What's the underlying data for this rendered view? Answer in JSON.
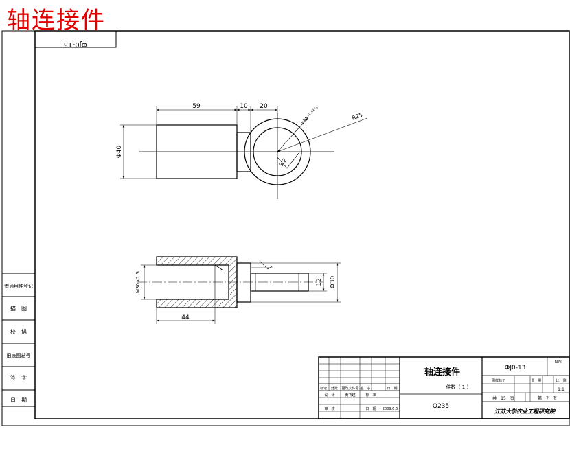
{
  "heading": "轴连接件",
  "drawing_no": "ФJ0-13",
  "dimensions": {
    "length_59": "59",
    "length_10": "10",
    "length_20": "20",
    "radius_25": "R25",
    "bore_35": "Φ35⁺⁰·⁰²⁵₀",
    "roughness_32": "3.2",
    "dia_40": "Φ40",
    "thread": "M30×1.5",
    "length_44": "44",
    "width_12": "12",
    "dia_30": "Φ30"
  },
  "side_labels": {
    "stub_1": "借通用件登记",
    "stub_2": "描　图",
    "stub_3": "校　描",
    "stub_4": "旧底图总号",
    "stub_5": "签　字",
    "stub_6": "日　期"
  },
  "title_block": {
    "part_name": "轴连接件",
    "quantity": "件数（ 1 ）",
    "material": "Q235",
    "drawing_no": "ФJ0-13",
    "rev": "REV.",
    "stage_mark": "图样标记",
    "weight": "重　量",
    "scale_label": "比　例",
    "scale": "1:1",
    "total_sheets": "共　15　页",
    "sheet_no": "第　7　页",
    "institute": "江苏大学农业工程研究院",
    "rev_marks": "标记",
    "rev_count": "处数",
    "rev_doc": "更改文件号",
    "rev_sign": "签　字",
    "rev_date": "日　期",
    "design_label": "设　计",
    "designer": "黄飞越",
    "std_label": "标　准",
    "review_label": "审　核",
    "date_label": "日　期",
    "date_value": "2009.6.6"
  }
}
